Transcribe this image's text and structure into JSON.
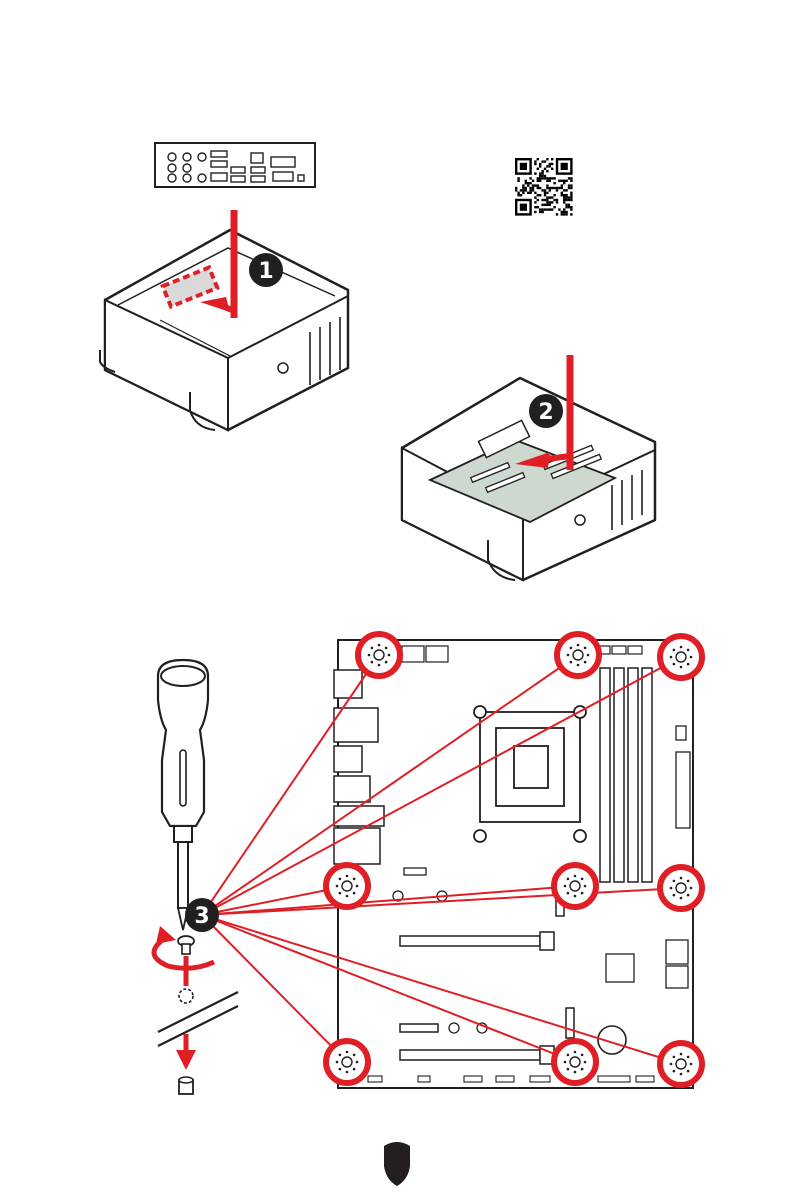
{
  "steps": [
    {
      "number": "1"
    },
    {
      "number": "2"
    },
    {
      "number": "3"
    }
  ],
  "mounting_points_count": 9,
  "page_number": "",
  "colors": {
    "accent": "#e01e26",
    "line": "#231f20",
    "board": "#ffffff",
    "board_tray": "#cdd9ce"
  },
  "icons": [
    "io-shield-icon",
    "qr-code-icon",
    "pc-case-icon",
    "motherboard-icon",
    "screwdriver-icon",
    "screw-icon",
    "standoff-icon",
    "rotate-arrow-icon",
    "msi-shield-logo"
  ]
}
